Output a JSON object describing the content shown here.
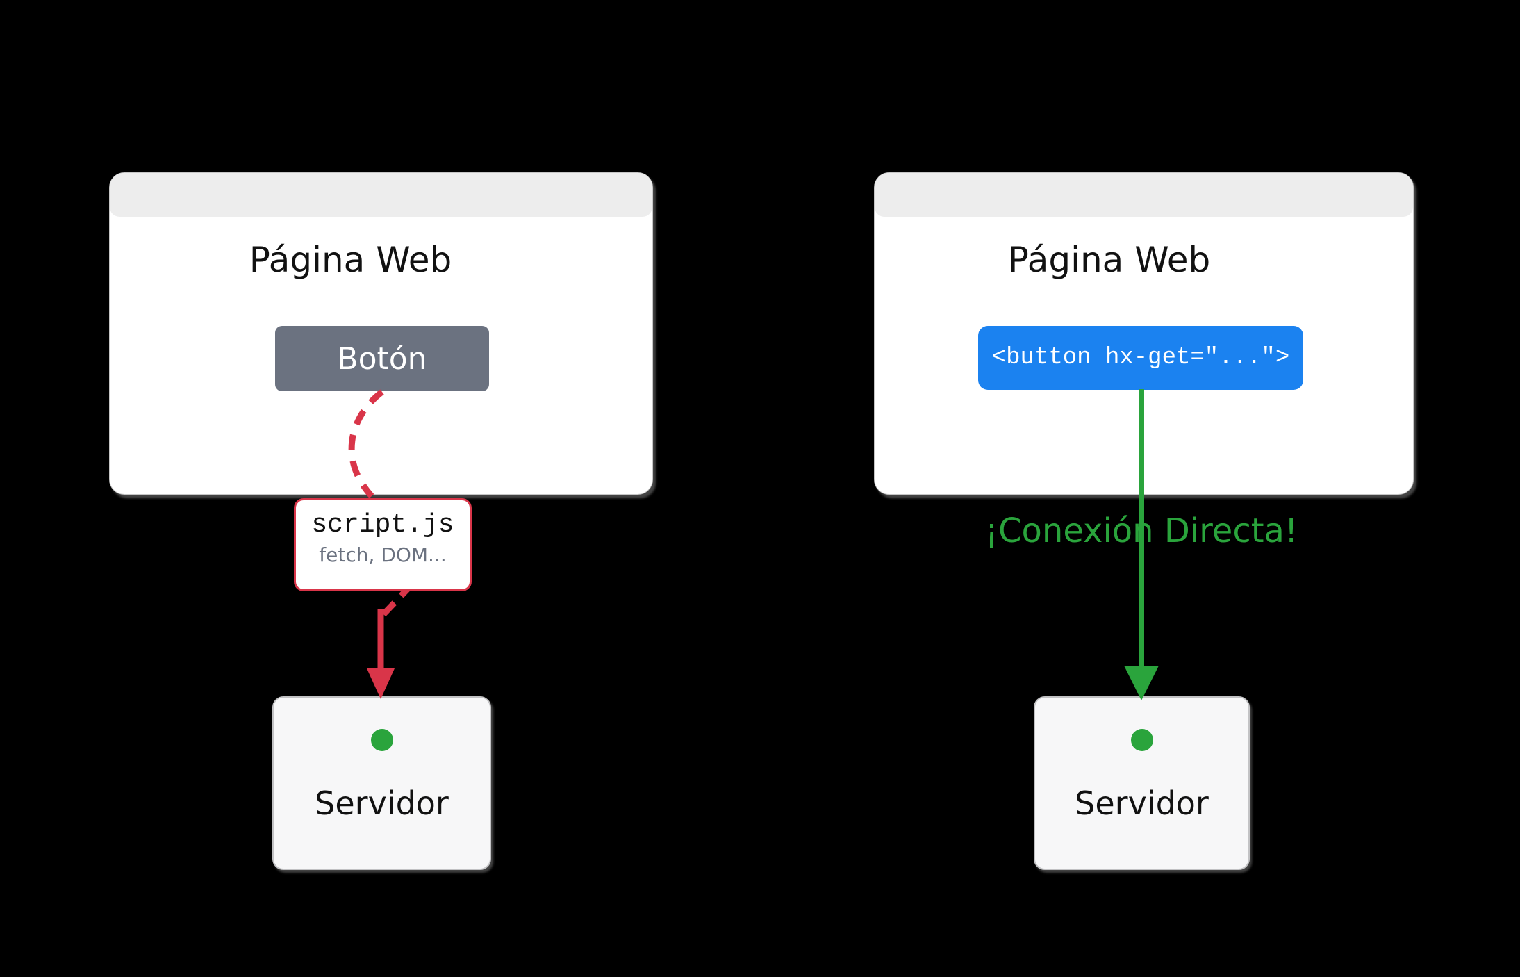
{
  "left": {
    "window_title": "Página Web",
    "button_label": "Botón",
    "script_title": "script.js",
    "script_subtitle": "fetch, DOM...",
    "server_label": "Servidor"
  },
  "right": {
    "window_title": "Página Web",
    "button_code": "<button hx-get=\"...\">",
    "arrow_label": "¡Conexión Directa!",
    "server_label": "Servidor"
  },
  "colors": {
    "background": "#000000",
    "card_titlebar": "#ededed",
    "card_body": "#ffffff",
    "gray_button": "#6b7280",
    "blue_button": "#1b82f0",
    "red_accent": "#d93549",
    "green_accent": "#2aa43c",
    "server_box_bg": "#f7f7f8",
    "muted_text": "#6b7280"
  }
}
